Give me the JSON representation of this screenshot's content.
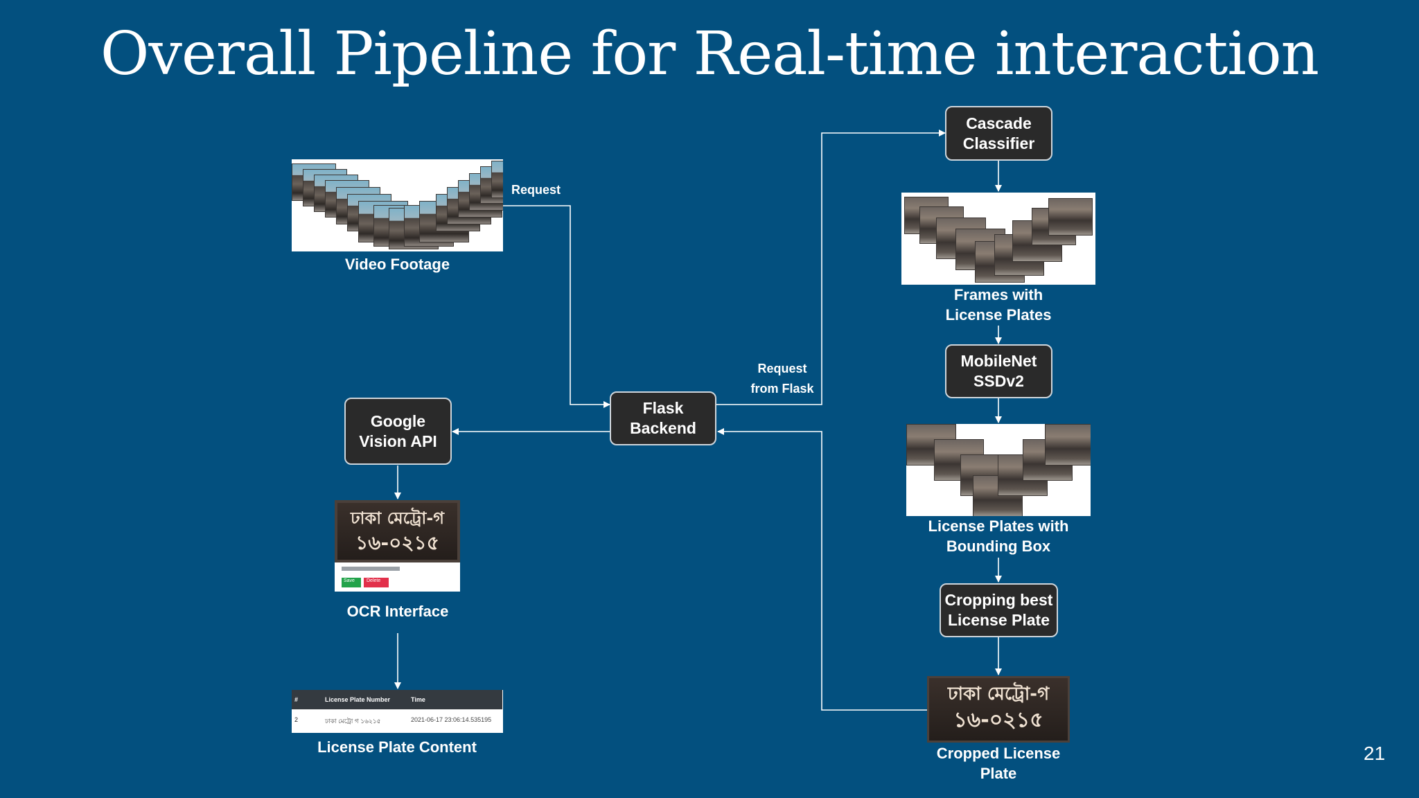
{
  "title": "Overall Pipeline for Real-time interaction",
  "page_number": "21",
  "nodes": {
    "cascade": "Cascade\nClassifier",
    "mobilenet": "MobileNet\nSSDv2",
    "cropping": "Cropping best\nLicense Plate",
    "flask": "Flask\nBackend",
    "google": "Google\nVision API"
  },
  "captions": {
    "video": "Video Footage",
    "frames": "Frames with\nLicense Plates",
    "bbox": "License Plates with\nBounding Box",
    "cropped": "Cropped License\nPlate",
    "ocr": "OCR Interface",
    "content": "License Plate Content"
  },
  "edges": {
    "request": "Request",
    "request_from_flask": "Request\nfrom Flask"
  },
  "table": {
    "headers": [
      "#",
      "License Plate Number",
      "Time"
    ],
    "row": [
      "2",
      "ঢাকা মেট্রো গ ১৬২১৫",
      "2021-06-17 23:06:14.535195"
    ]
  },
  "plate_text": {
    "line1": "ঢাকা মেট্রো-গ",
    "line2": "১৬-০২১৫"
  },
  "ocr_ui": {
    "save": "Save",
    "delete": "Delete"
  }
}
